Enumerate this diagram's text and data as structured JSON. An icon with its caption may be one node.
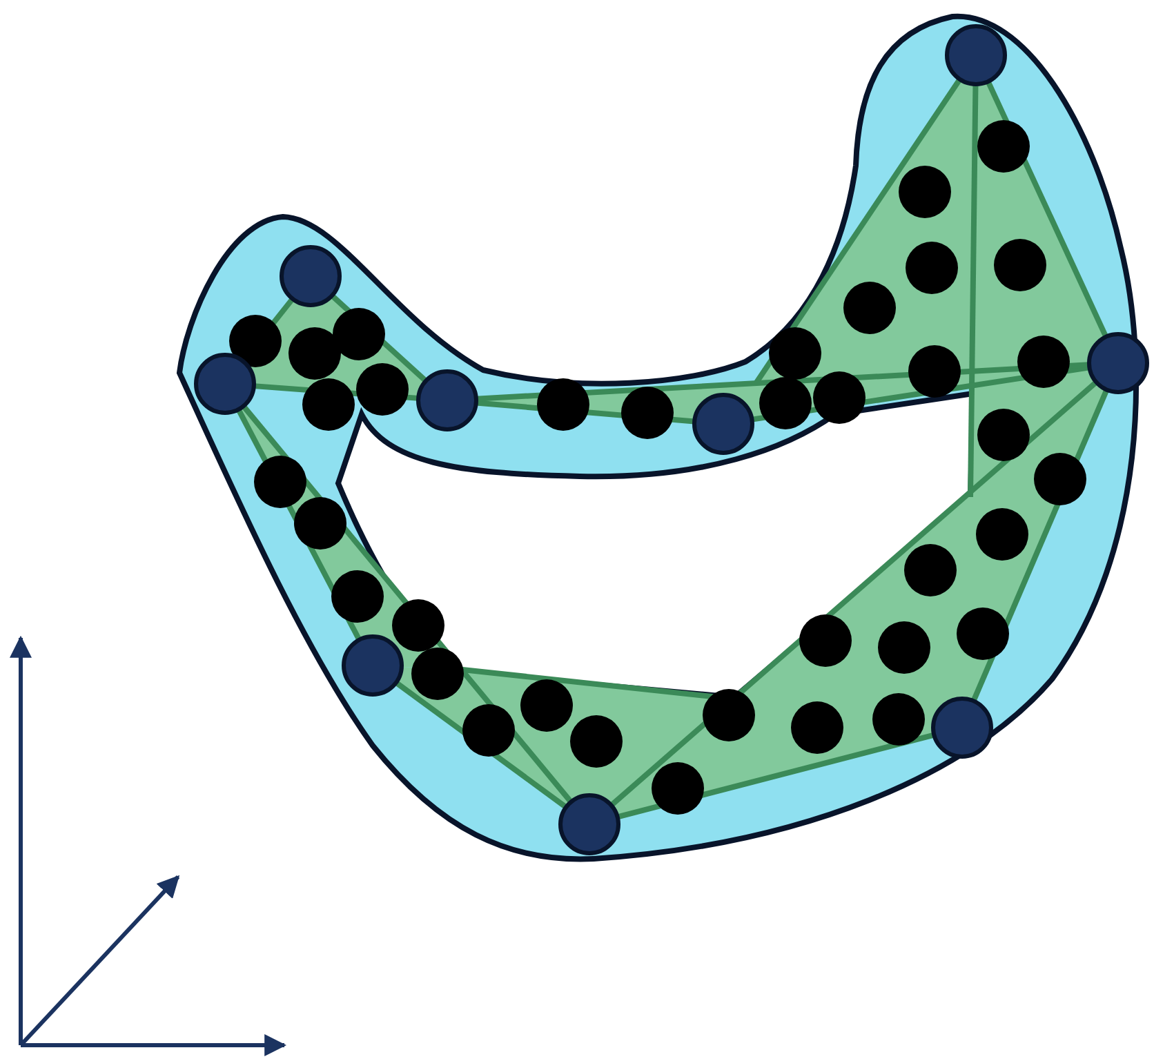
{
  "diagram": {
    "nodes": [
      {
        "text": [],
        "shape": "circle"
      },
      {
        "text": [],
        "shape": "circle"
      },
      {
        "text": [],
        "shape": "circle"
      },
      {
        "text": [],
        "shape": "circle"
      },
      {
        "text": [],
        "shape": "circle"
      },
      {
        "text": [],
        "shape": "circle"
      },
      {
        "text": [],
        "shape": "circle"
      },
      {
        "text": [],
        "shape": "circle"
      },
      {
        "text": [],
        "shape": "circle"
      }
    ],
    "edges": [
      {
        "from": 1,
        "to": 3,
        "arrow": "none"
      },
      {
        "from": 1,
        "to": 4,
        "arrow": "none"
      },
      {
        "from": 3,
        "to": 4,
        "arrow": "none"
      },
      {
        "from": 4,
        "to": 5,
        "arrow": "none"
      },
      {
        "from": 5,
        "to": 2,
        "arrow": "none"
      },
      {
        "from": 0,
        "to": 2,
        "arrow": "none"
      },
      {
        "from": 3,
        "to": 6,
        "arrow": "none"
      },
      {
        "from": 6,
        "to": 8,
        "arrow": "none"
      },
      {
        "from": 8,
        "to": 7,
        "arrow": "none"
      },
      {
        "from": 7,
        "to": 2,
        "arrow": "none"
      },
      {
        "from": 2,
        "to": 8,
        "arrow": "none"
      },
      {
        "from": 4,
        "to": 2,
        "arrow": "none"
      },
      {
        "from": 3,
        "to": 8,
        "arrow": "none"
      }
    ]
  }
}
